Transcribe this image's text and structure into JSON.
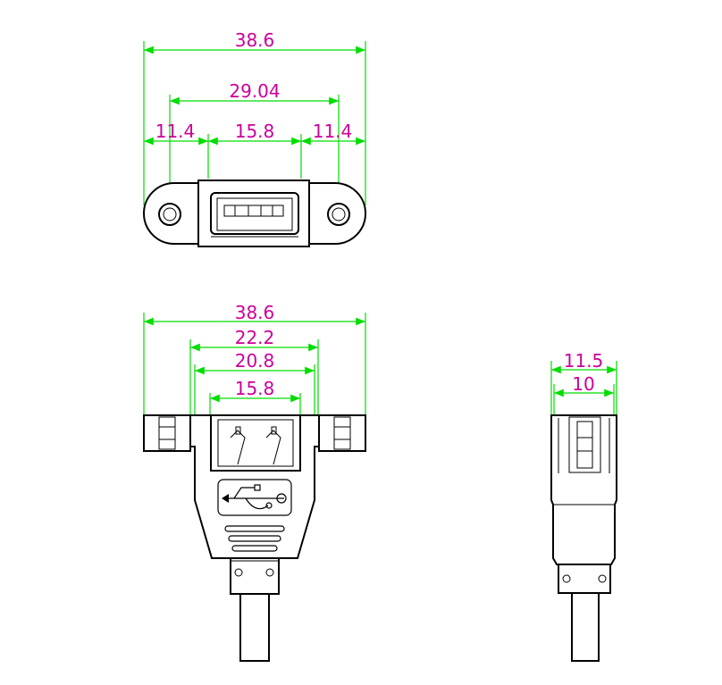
{
  "top_view": {
    "dims": {
      "overall": "38.6",
      "hole_spacing": "29.04",
      "left_offset": "11.4",
      "opening": "15.8",
      "right_offset": "11.4"
    }
  },
  "front_view": {
    "dims": {
      "overall": "38.6",
      "body_outer": "22.2",
      "body_inner": "20.8",
      "opening": "15.8"
    }
  },
  "side_view": {
    "dims": {
      "outer": "11.5",
      "inner": "10"
    }
  },
  "colors": {
    "dimension_line": "#00dd00",
    "dimension_text": "#cc0099",
    "outline": "#000000"
  },
  "icons": {
    "usb_logo": "usb-trident-icon"
  }
}
